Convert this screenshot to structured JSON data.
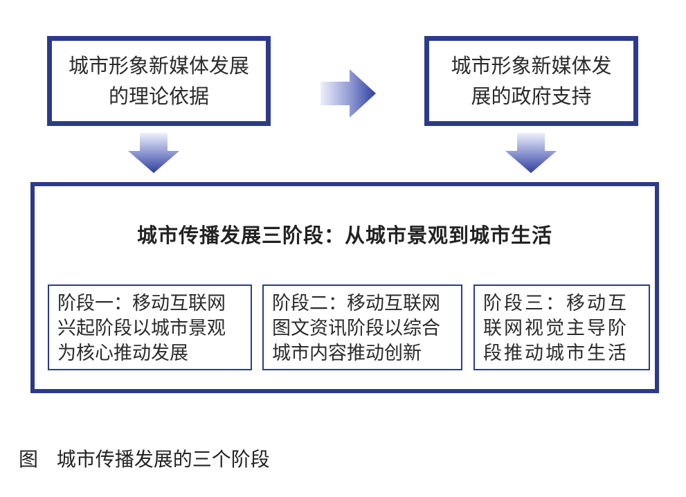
{
  "top_left_box": {
    "line1": "城市形象新媒体发展",
    "line2": "的理论依据"
  },
  "top_right_box": {
    "line1": "城市形象新媒体发",
    "line2": "展的政府支持"
  },
  "main_box": {
    "title": "城市传播发展三阶段：从城市景观到城市生活",
    "stages": [
      {
        "line1": "阶段一：移动互联网",
        "line2": "兴起阶段以城市景观",
        "line3": "为核心推动发展"
      },
      {
        "line1": "阶段二：移动互联网",
        "line2": "图文资讯阶段以综合",
        "line3": "城市内容推动创新"
      },
      {
        "line1": "阶段三：移动互",
        "line2": "联网视觉主导阶",
        "line3": "段推动城市生活"
      }
    ]
  },
  "caption": {
    "label": "图",
    "text": "城市传播发展的三个阶段"
  },
  "colors": {
    "border": "#2c3a8c",
    "arrow_dark": "#2f3f9c",
    "arrow_light": "#eef0fa"
  },
  "icons": [
    "arrow-right-icon",
    "arrow-down-icon"
  ]
}
